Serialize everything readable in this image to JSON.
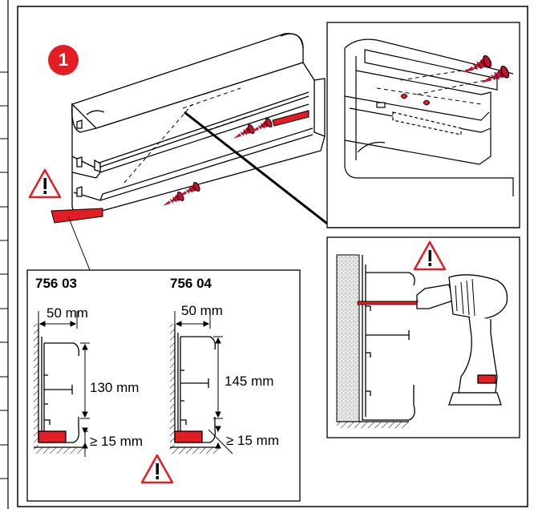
{
  "step": {
    "number": "1"
  },
  "colors": {
    "accent": "#e31d24",
    "ink": "#000000",
    "panel_fill": "#ffffff",
    "wall": "#d9d9d9"
  },
  "icons": [
    "warning-triangle-icon",
    "screw-icon",
    "drill-icon"
  ],
  "models": [
    {
      "code": "756 03",
      "width": "50 mm",
      "height": "130 mm",
      "min_gap": "≥ 15 mm"
    },
    {
      "code": "756 04",
      "width": "50 mm",
      "height": "145 mm",
      "min_gap": "≥ 15 mm"
    }
  ]
}
